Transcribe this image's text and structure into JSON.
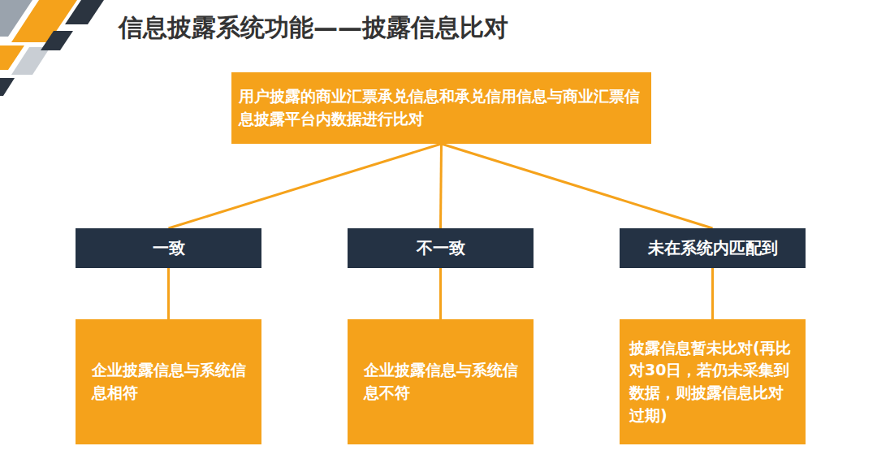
{
  "diagram": {
    "title": "信息披露系统功能——披露信息比对",
    "nodes": [
      {
        "text": [
          "用户披露的商业汇票承兑信息和承兑信用信息与商业汇票信息披露平台内数据进行比对"
        ]
      },
      {
        "text": [
          "一致"
        ]
      },
      {
        "text": [
          "不一致"
        ]
      },
      {
        "text": [
          "未在系统内匹配到"
        ]
      },
      {
        "text": [
          "企业披露信息与系统信息相符"
        ]
      },
      {
        "text": [
          "企业披露信息与系统信息不符"
        ]
      },
      {
        "text": [
          "披露信息暂未比对(再比对30日，若仍未采集到数据，则披露信息比对过期)"
        ]
      }
    ],
    "edges": [
      {
        "from": 0,
        "to": 1,
        "arrow": "none"
      },
      {
        "from": 0,
        "to": 2,
        "arrow": "none"
      },
      {
        "from": 0,
        "to": 3,
        "arrow": "none"
      },
      {
        "from": 1,
        "to": 4,
        "arrow": "none"
      },
      {
        "from": 2,
        "to": 5,
        "arrow": "none"
      },
      {
        "from": 3,
        "to": 6,
        "arrow": "none"
      }
    ]
  }
}
